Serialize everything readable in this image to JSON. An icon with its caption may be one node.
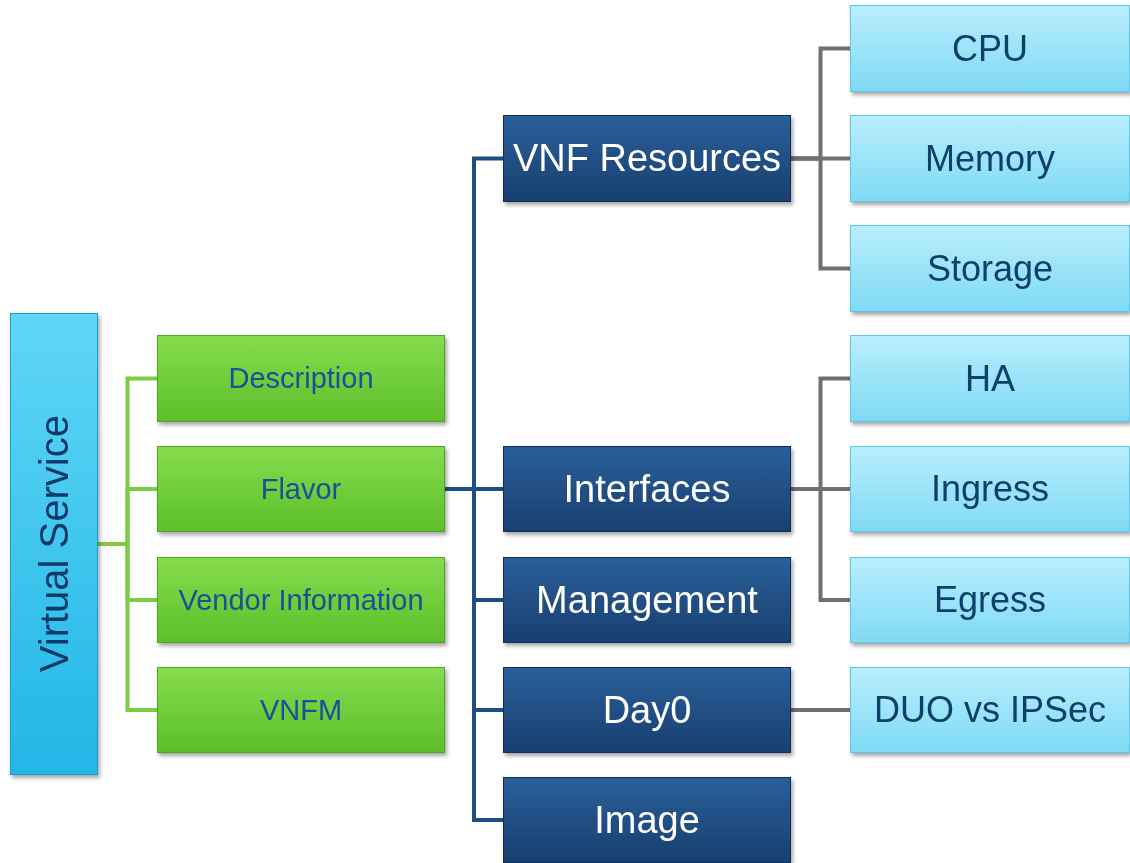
{
  "diagram": {
    "nodes": [
      {
        "text": [
          "Virtual Service"
        ]
      },
      {
        "text": [
          "Description"
        ]
      },
      {
        "text": [
          "Flavor"
        ]
      },
      {
        "text": [
          "Vendor Information"
        ]
      },
      {
        "text": [
          "VNFM"
        ]
      },
      {
        "text": [
          "VNF Resources"
        ]
      },
      {
        "text": [
          "Interfaces"
        ]
      },
      {
        "text": [
          "Management"
        ]
      },
      {
        "text": [
          "Day0"
        ]
      },
      {
        "text": [
          "Image"
        ]
      },
      {
        "text": [
          "CPU"
        ]
      },
      {
        "text": [
          "Memory"
        ]
      },
      {
        "text": [
          "Storage"
        ]
      },
      {
        "text": [
          "HA"
        ]
      },
      {
        "text": [
          "Ingress"
        ]
      },
      {
        "text": [
          "Egress"
        ]
      },
      {
        "text": [
          "DUO vs IPSec"
        ]
      }
    ],
    "edges": [
      {
        "from": 0,
        "to": 1,
        "arrow": "none",
        "color": "#7ccc45"
      },
      {
        "from": 0,
        "to": 2,
        "arrow": "none",
        "color": "#7ccc45"
      },
      {
        "from": 0,
        "to": 3,
        "arrow": "none",
        "color": "#7ccc45"
      },
      {
        "from": 0,
        "to": 4,
        "arrow": "none",
        "color": "#7ccc45"
      },
      {
        "from": 2,
        "to": 5,
        "arrow": "none",
        "color": "#1f4e84"
      },
      {
        "from": 2,
        "to": 6,
        "arrow": "none",
        "color": "#1f4e84"
      },
      {
        "from": 2,
        "to": 7,
        "arrow": "none",
        "color": "#1f4e84"
      },
      {
        "from": 2,
        "to": 8,
        "arrow": "none",
        "color": "#1f4e84"
      },
      {
        "from": 2,
        "to": 9,
        "arrow": "none",
        "color": "#1f4e84"
      },
      {
        "from": 5,
        "to": 10,
        "arrow": "none"
      },
      {
        "from": 5,
        "to": 11,
        "arrow": "none"
      },
      {
        "from": 5,
        "to": 12,
        "arrow": "none"
      },
      {
        "from": 6,
        "to": 13,
        "arrow": "none"
      },
      {
        "from": 6,
        "to": 14,
        "arrow": "none"
      },
      {
        "from": 6,
        "to": 15,
        "arrow": "none"
      },
      {
        "from": 8,
        "to": 16,
        "arrow": "none"
      }
    ]
  }
}
